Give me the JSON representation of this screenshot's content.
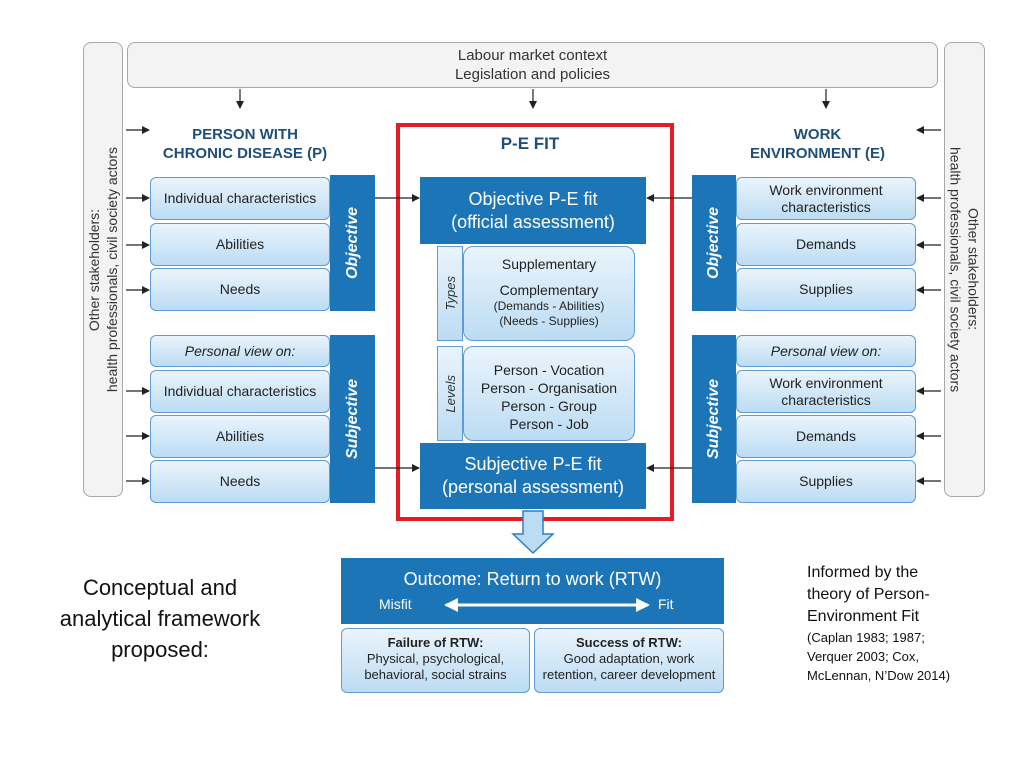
{
  "context": {
    "line1": "Labour market context",
    "line2": "Legislation and policies"
  },
  "stakeholders": {
    "left": [
      "Other stakeholders:",
      "health professionals, civil society actors"
    ],
    "right": [
      "Other stakeholders:",
      "health professionals, civil society actors"
    ]
  },
  "person": {
    "title_line1": "PERSON WITH",
    "title_line2": "CHRONIC DISEASE (P)",
    "objective_label": "Objective",
    "subjective_label": "Subjective",
    "objective_items": [
      "Individual characteristics",
      "Abilities",
      "Needs"
    ],
    "subjective_items": [
      "Personal view on:",
      "Individual characteristics",
      "Abilities",
      "Needs"
    ]
  },
  "environment": {
    "title_line1": "WORK",
    "title_line2": "ENVIRONMENT (E)",
    "objective_label": "Objective",
    "subjective_label": "Subjective",
    "objective_items": [
      "Work environment characteristics",
      "Demands",
      "Supplies"
    ],
    "subjective_items": [
      "Personal view on:",
      "Work environment characteristics",
      "Demands",
      "Supplies"
    ]
  },
  "pe_fit": {
    "title": "P-E FIT",
    "objective_line1": "Objective P-E fit",
    "objective_line2": "(official assessment)",
    "subjective_line1": "Subjective P-E fit",
    "subjective_line2": "(personal assessment)",
    "types_label": "Types",
    "types": {
      "supplementary": "Supplementary",
      "complementary": "Complementary",
      "comp_detail1": "(Demands - Abilities)",
      "comp_detail2": "(Needs - Supplies)"
    },
    "levels_label": "Levels",
    "levels": [
      "Person - Vocation",
      "Person - Organisation",
      "Person - Group",
      "Person - Job"
    ]
  },
  "outcome": {
    "title": "Outcome: Return to work (RTW)",
    "misfit": "Misfit",
    "fit": "Fit",
    "failure_title": "Failure of  RTW:",
    "failure_line1": "Physical, psychological,",
    "failure_line2": "behavioral, social strains",
    "success_title": "Success of RTW:",
    "success_line1": "Good adaptation, work",
    "success_line2": "retention, career development"
  },
  "caption": {
    "line1": "Conceptual and",
    "line2": "analytical framework",
    "line3": "proposed:"
  },
  "note": {
    "line1": "Informed by the",
    "line2": "theory of Person-",
    "line3": "Environment Fit",
    "ref1": "(Caplan 1983; 1987;",
    "ref2": "Verquer 2003; Cox,",
    "ref3": "McLennan, N’Dow 2014)"
  },
  "colors": {
    "dark_blue": "#1c75b6",
    "title_blue": "#1f4e79",
    "highlight_red": "#e51c23",
    "light_blue": "#bcdcf3"
  }
}
